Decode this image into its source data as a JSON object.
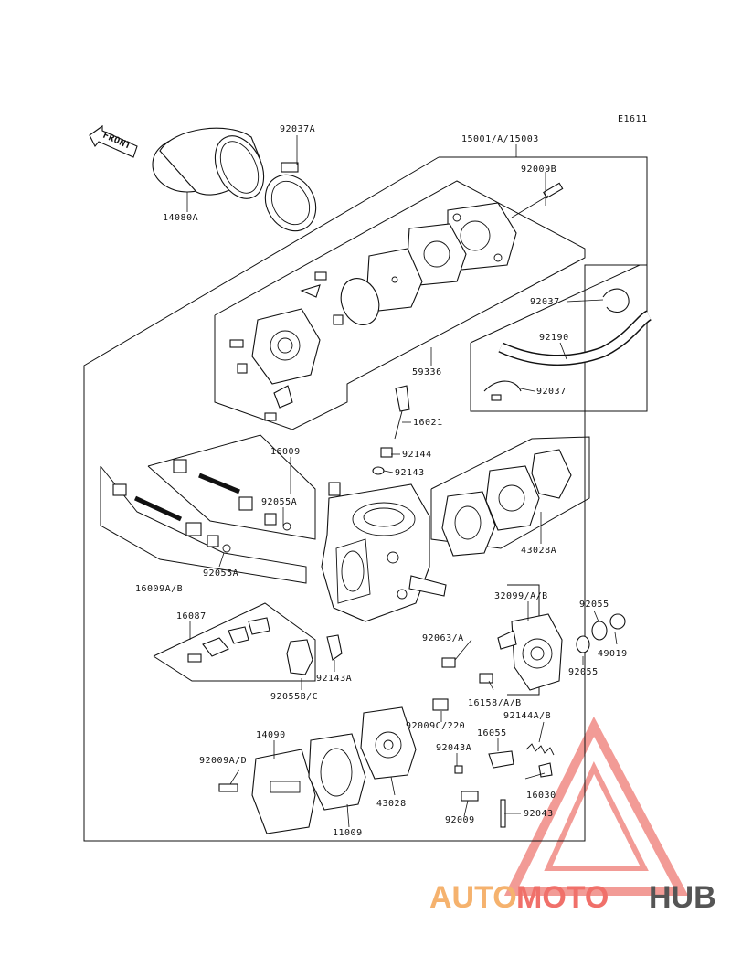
{
  "diagram": {
    "code": "E1611",
    "front_label": "FRONT",
    "labels": {
      "l14080A": "14080A",
      "l92037A": "92037A",
      "l15001": "15001/A/15003",
      "l92009B": "92009B",
      "l92037a": "92037",
      "l92190": "92190",
      "l92037b": "92037",
      "l59336": "59336",
      "l16021": "16021",
      "l92144": "92144",
      "l92143": "92143",
      "l16009": "16009",
      "l92055Aa": "92055A",
      "l92055Ab": "92055A",
      "l16009AB": "16009A/B",
      "l43028A": "43028A",
      "l16087": "16087",
      "l32099": "32099/A/B",
      "l92055a": "92055",
      "l92055b": "92055",
      "l49019": "49019",
      "l92063": "92063/A",
      "l92055BC": "92055B/C",
      "l92143A": "92143A",
      "l16158": "16158/A/B",
      "l92009C": "92009C/220",
      "l92144AB": "92144A/B",
      "l16055": "16055",
      "l14090": "14090",
      "l92043A": "92043A",
      "l92009AD": "92009A/D",
      "l16030": "16030",
      "l92043": "92043",
      "l92009": "92009",
      "l43028": "43028",
      "l11009": "11009"
    }
  },
  "watermark": {
    "part1": "AUTO",
    "part2": "MOTO",
    "part3": "HUB",
    "colors": {
      "auto": "#f5b26e",
      "moto": "#f0706a",
      "hub": "#555555",
      "triangle": "#f08a84"
    }
  }
}
